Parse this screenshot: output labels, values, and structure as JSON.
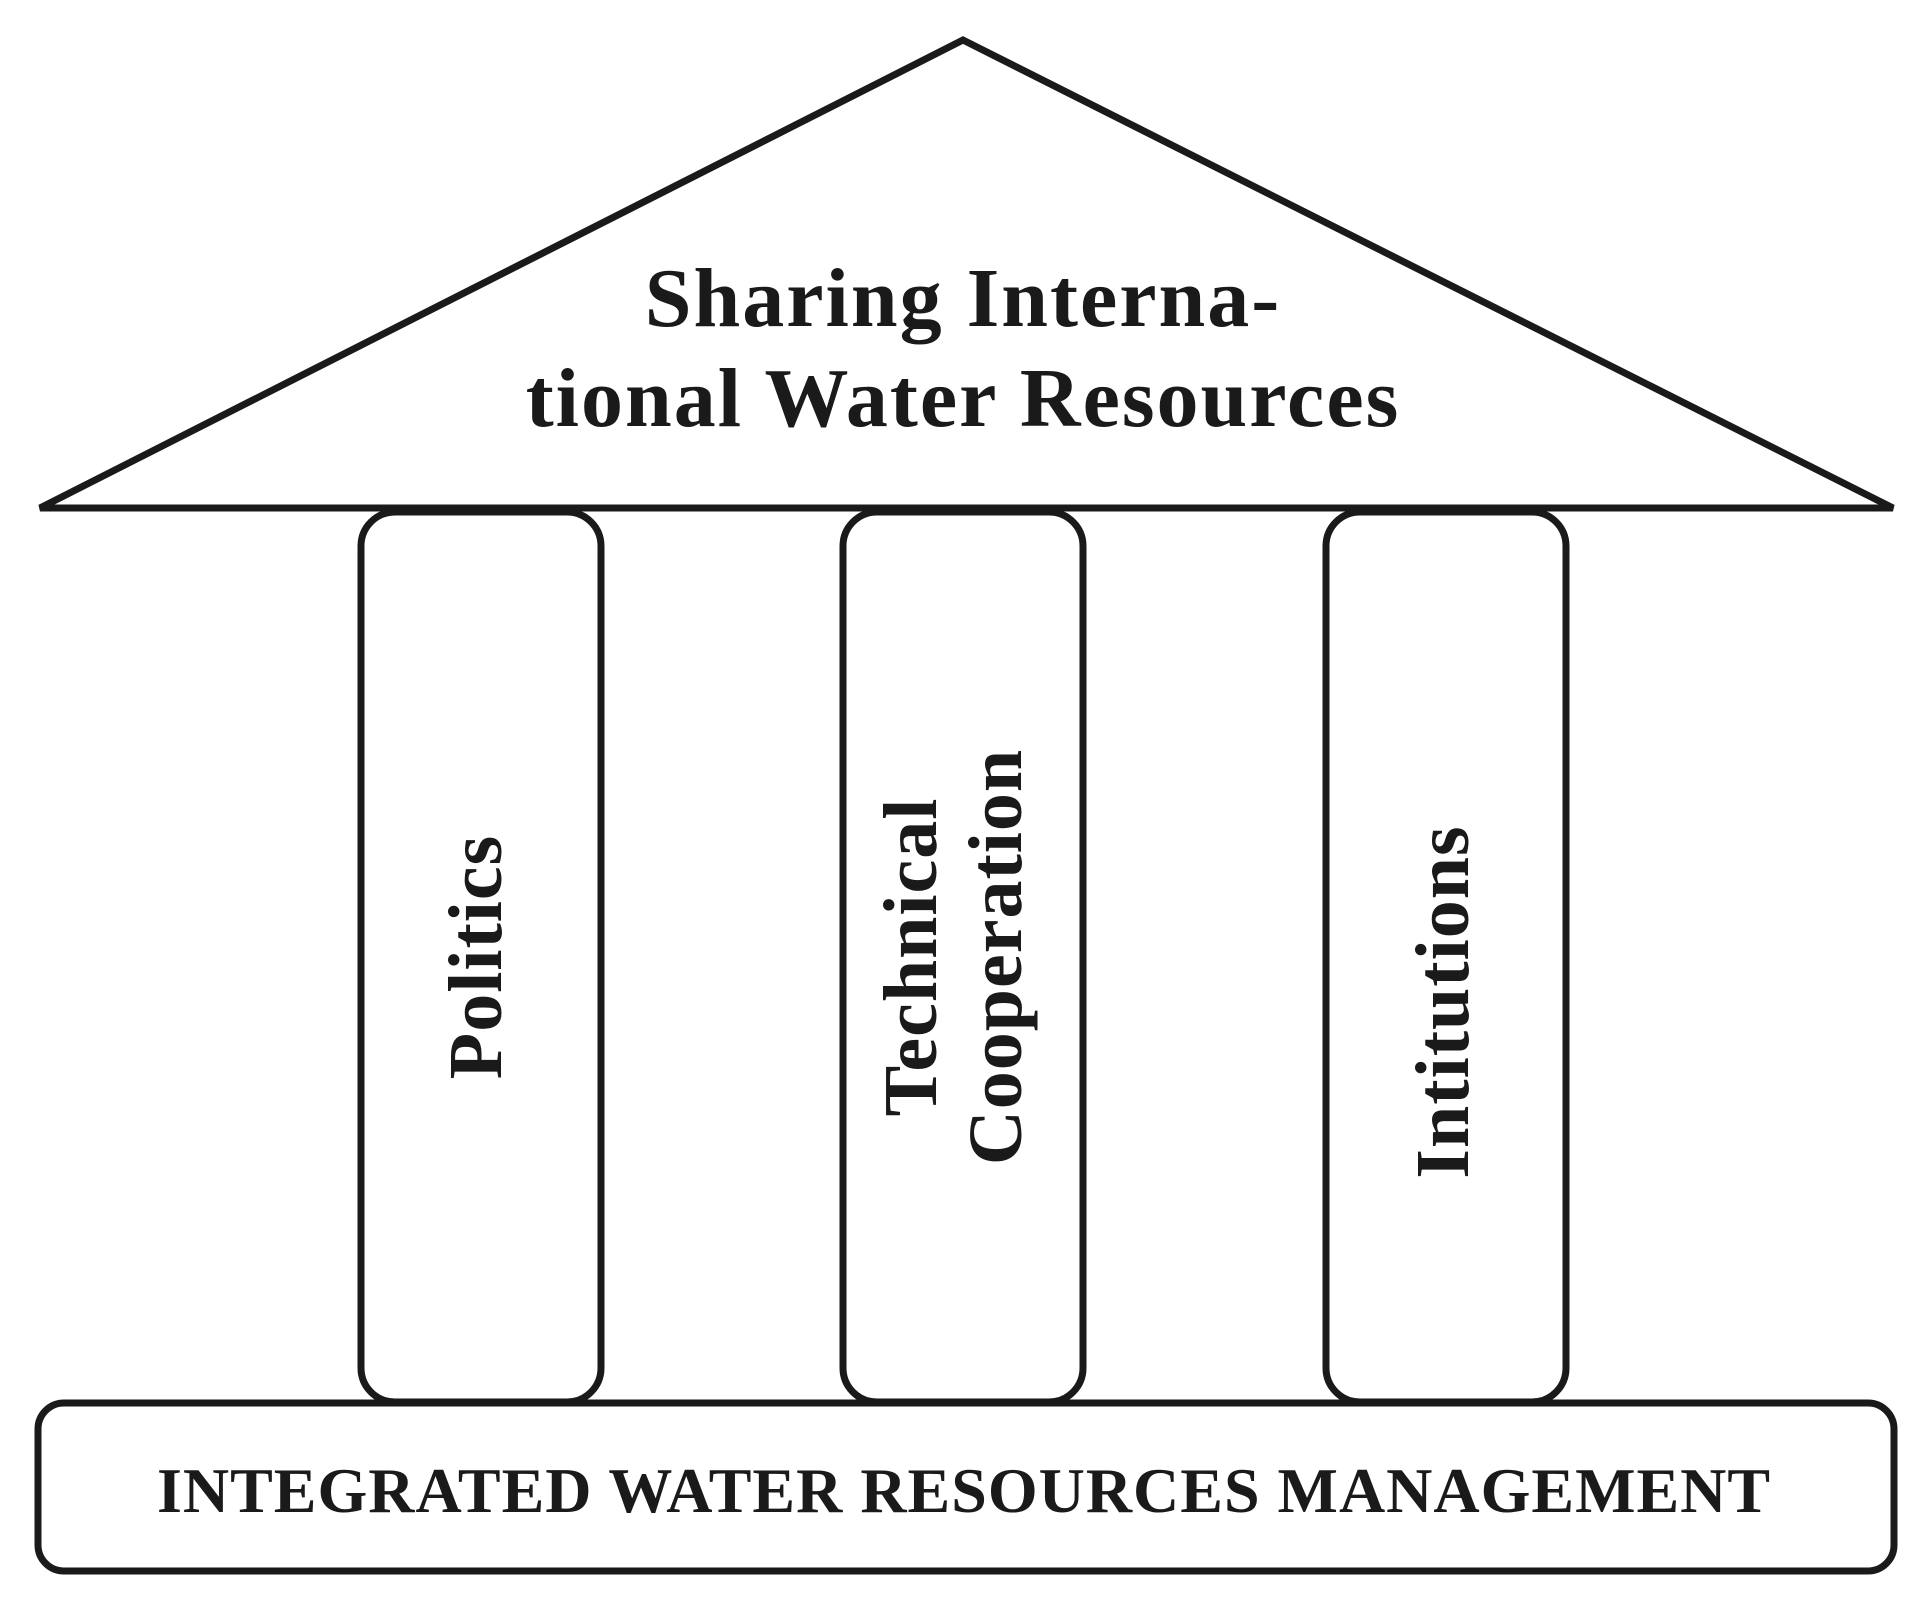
{
  "roof": {
    "line1": "Sharing Interna-",
    "line2": "tional Water Resources"
  },
  "pillars": [
    {
      "lines": [
        "Politics"
      ]
    },
    {
      "lines": [
        "Technical",
        "Cooperation"
      ]
    },
    {
      "lines": [
        "Intitutions"
      ]
    }
  ],
  "base": {
    "label": "INTEGRATED WATER RESOURCES MANAGEMENT"
  },
  "colors": {
    "stroke": "#1a1a1a",
    "fill": "#ffffff"
  }
}
